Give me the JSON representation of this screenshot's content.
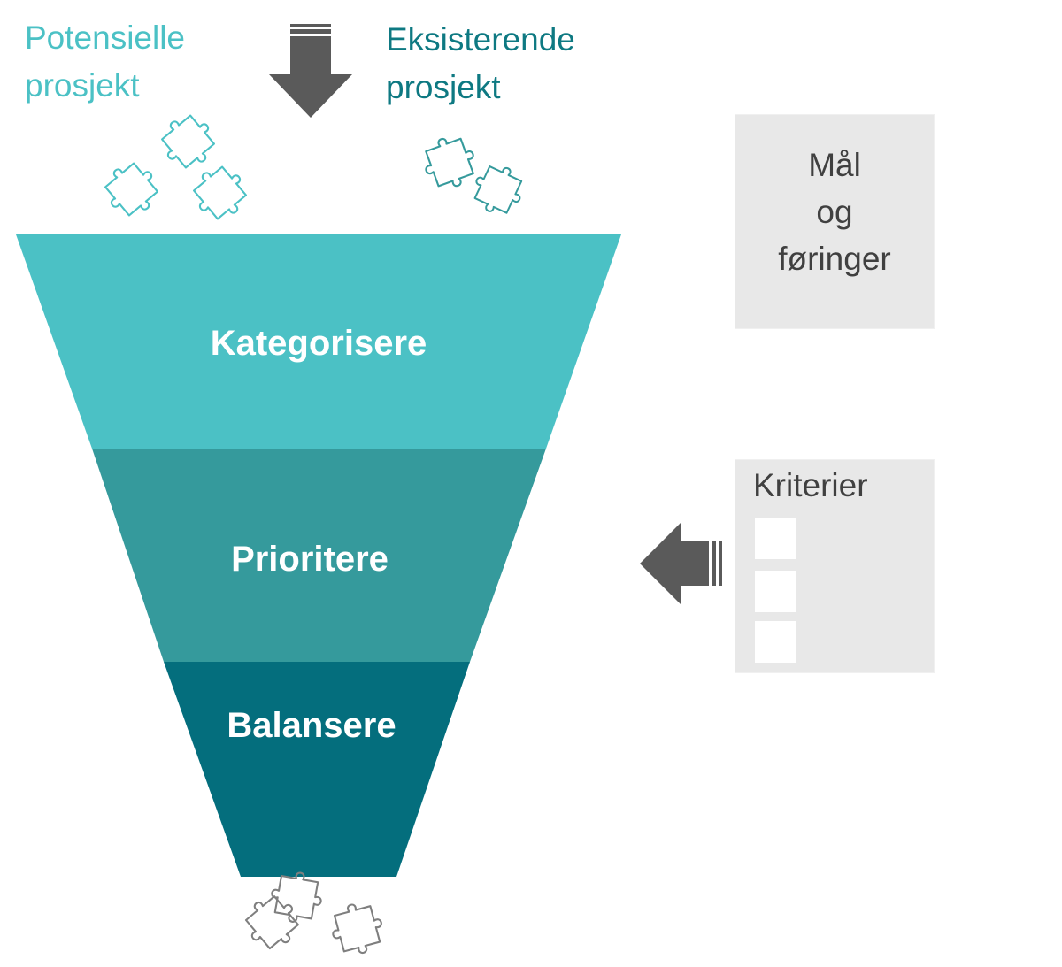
{
  "inputs": {
    "potential": {
      "line1": "Potensielle",
      "line2": "prosjekt",
      "color": "#4BC1C5"
    },
    "existing": {
      "line1": "Eksisterende",
      "line2": "prosjekt",
      "color": "#0E7982"
    }
  },
  "funnel": {
    "stages": [
      {
        "label": "Kategorisere",
        "color": "#4BC1C5"
      },
      {
        "label": "Prioritere",
        "color": "#359A9C"
      },
      {
        "label": "Balansere",
        "color": "#046E7D"
      }
    ]
  },
  "goals_box": {
    "line1": "Mål",
    "line2": "og",
    "line3": "føringer"
  },
  "criteria_box": {
    "title": "Kriterier",
    "checkbox_count": 3
  },
  "icons": {
    "down_arrow": "down-arrow-icon",
    "left_arrow": "left-arrow-icon",
    "puzzle": "puzzle-piece-icon"
  },
  "colors": {
    "arrow": "#5A5A5A",
    "puzzle_out": "#7F7F7F",
    "box_bg": "#E8E8E8"
  }
}
